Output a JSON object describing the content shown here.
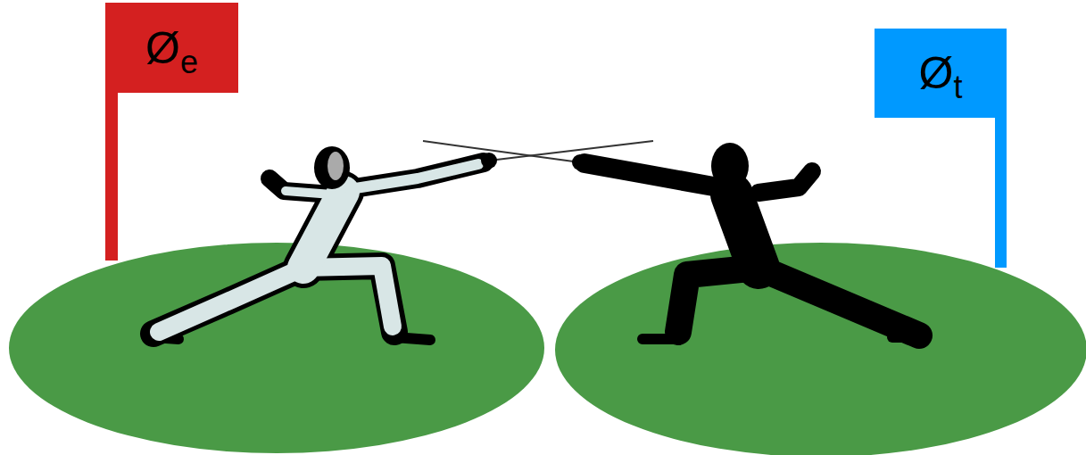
{
  "diagram": {
    "nodes": [
      {
        "text": [
          "Ø",
          "e"
        ]
      },
      {
        "text": [
          "Ø",
          "t"
        ]
      }
    ]
  }
}
